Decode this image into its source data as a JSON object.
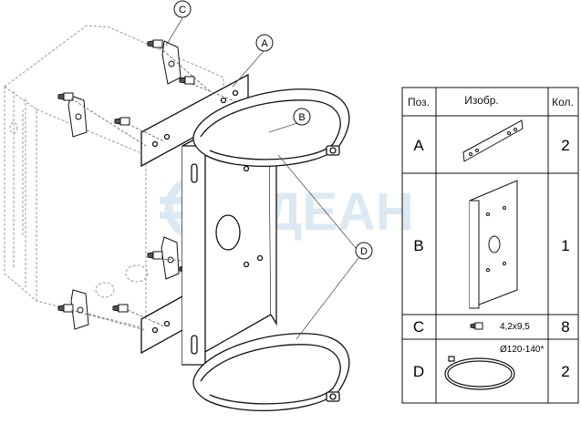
{
  "callouts": {
    "a": "A",
    "b": "B",
    "c": "C",
    "d": "D"
  },
  "watermark": "ДЕАН",
  "table": {
    "headers": [
      "Поз.",
      "Изобр.",
      "Кол."
    ],
    "rows": [
      {
        "pos": "A",
        "note": "",
        "qty": "2",
        "icon": "plate-icon"
      },
      {
        "pos": "B",
        "note": "",
        "qty": "1",
        "icon": "bracket-icon"
      },
      {
        "pos": "C",
        "note": "4,2x9,5",
        "qty": "8",
        "icon": "screw-icon"
      },
      {
        "pos": "D",
        "note": "Ø120-140*",
        "qty": "2",
        "icon": "clamp-ring-icon"
      }
    ]
  }
}
